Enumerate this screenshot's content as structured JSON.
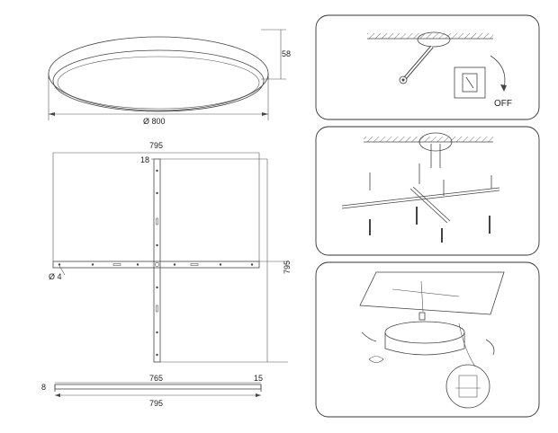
{
  "dimensions": {
    "lamp_height": "58",
    "lamp_diameter": "Ø 800",
    "frame_width_top": "795",
    "frame_offset": "18",
    "frame_height": "795",
    "hole_diameter": "Ø 4",
    "rail_length": "765",
    "rail_end": "15",
    "rail_thickness": "8",
    "rail_total": "795"
  },
  "steps": {
    "step1_label": "OFF"
  },
  "colors": {
    "line": "#444444",
    "panel_border": "#333333",
    "background": "#ffffff"
  },
  "icons": [
    "ceiling-hatch-icon",
    "wall-plug-icon",
    "power-switch-icon",
    "rotate-arrow-icon",
    "screw-icon",
    "magnifier-icon"
  ]
}
